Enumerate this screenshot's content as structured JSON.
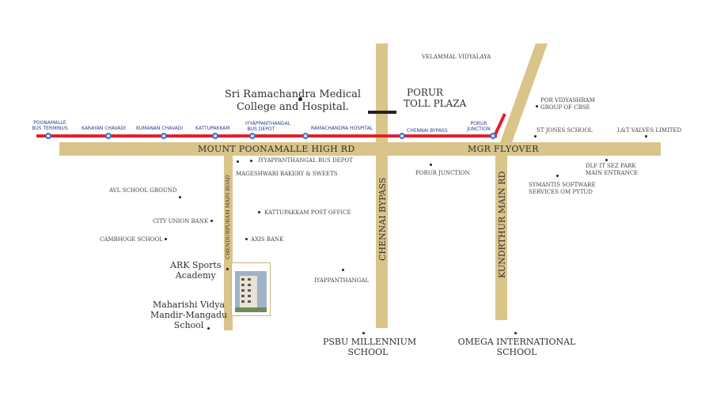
{
  "roads": {
    "mount_poonamalle": "MOUNT POONAMALLE HIGH RD",
    "mgr_flyover": "MGR FLYOVER",
    "chennai_bypass": "CHENNAI BYPASS",
    "kundrathur": "KUNDRTHUR MAIN RD",
    "chendurpuram": "CHENDURPURAM MAIN ROAD"
  },
  "metro_stations": {
    "poonamalle_1": "POONAMALLE",
    "poonamalle_2": "BUS TERMINUS",
    "karayan": "KARAYAN CHAVADI",
    "kumanan": "KUMANAN CHAVADI",
    "kattupakkam": "KATTUPAKKAM",
    "iyappanthangal_1": "IYYAPPANTHANGAL",
    "iyappanthangal_2": "BUS DEPOT",
    "ramachandra": "RAMACHANDRA HOSPITAL",
    "chennai_bypass": "CHENNAI BYPASS",
    "porur_1": "PORUR",
    "porur_2": "JUNCTION"
  },
  "landmarks": {
    "sri_ramachandra_1": "Sri Ramachandra Medical",
    "sri_ramachandra_2": "College and Hospital.",
    "porur_toll_1": "PORUR",
    "porur_toll_2": "TOLL PLAZA",
    "velammal": "VELAMMAL VIDYALAYA",
    "por_vidyashram_1": "POR VIDYASHRAM",
    "por_vidyashram_2": "GROUP OF CBSE",
    "st_jones": "ST JONES SCHOOL",
    "lt_valves": "L&T VALVES LIMITED",
    "iyappanthangal_depot": "IYYAPPANTHANGAL BUS DEPOT",
    "mageshwari": "MAGESHWARI BAKERY & SWEETS",
    "porur_junction": "PORUR JUNCTION",
    "dlf_1": "DLF IT SEZ PARK",
    "dlf_2": "MAIN ENTRANCE",
    "symantis_1": "SYMANTIS SOFTWARE",
    "symantis_2": "SERVICES OM PYTUD",
    "avl": "AVL SCHOOL GROUND",
    "city_union": "CITY UNION BANK",
    "cambhoge": "CAMBHOGE SCHOOL",
    "kattupakkam_po": "KATTUPAKKAM POST OFFICE",
    "axis": "AXIS BANK",
    "ark_1": "ARK Sports",
    "ark_2": "Academy",
    "maharishi_1": "Maharishi Vidya",
    "maharishi_2": "Mandir-Mangadu",
    "maharishi_3": "School",
    "iyappanthangal": "IYAPPANTHANGAL",
    "psbu_1": "PSBU MILLENNIUM",
    "psbu_2": "SCHOOL",
    "omega_1": "OMEGA INTERNATIONAL",
    "omega_2": "SCHOOL"
  },
  "colors": {
    "road": "#d9c48a",
    "metro_line": "#e0202e",
    "station_ring": "#4a6fb8"
  }
}
